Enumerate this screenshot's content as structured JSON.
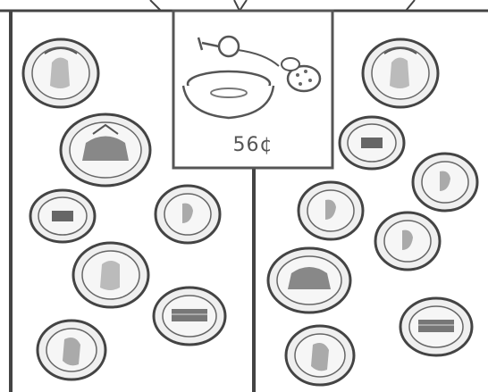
{
  "item": {
    "price_label": "56¢"
  },
  "groups": [
    {
      "name": "left",
      "coins": [
        "quarter",
        "half-dollar",
        "nickel",
        "dime",
        "quarter",
        "nickel",
        "penny"
      ]
    },
    {
      "name": "right",
      "coins": [
        "quarter",
        "nickel",
        "dime",
        "dime",
        "dime",
        "half-dollar",
        "nickel",
        "penny"
      ]
    }
  ],
  "colors": {
    "ink": "#444444",
    "coin": "#efefef",
    "background": "#ffffff"
  }
}
